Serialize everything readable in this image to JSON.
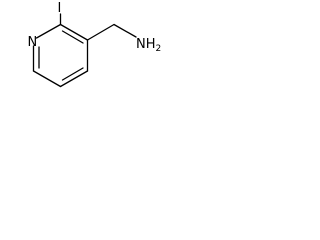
{
  "molecule": {
    "atoms": {
      "ring_nitrogen": "N",
      "iodine": "I",
      "amine_text": "NH",
      "amine_subscript": "2"
    }
  }
}
